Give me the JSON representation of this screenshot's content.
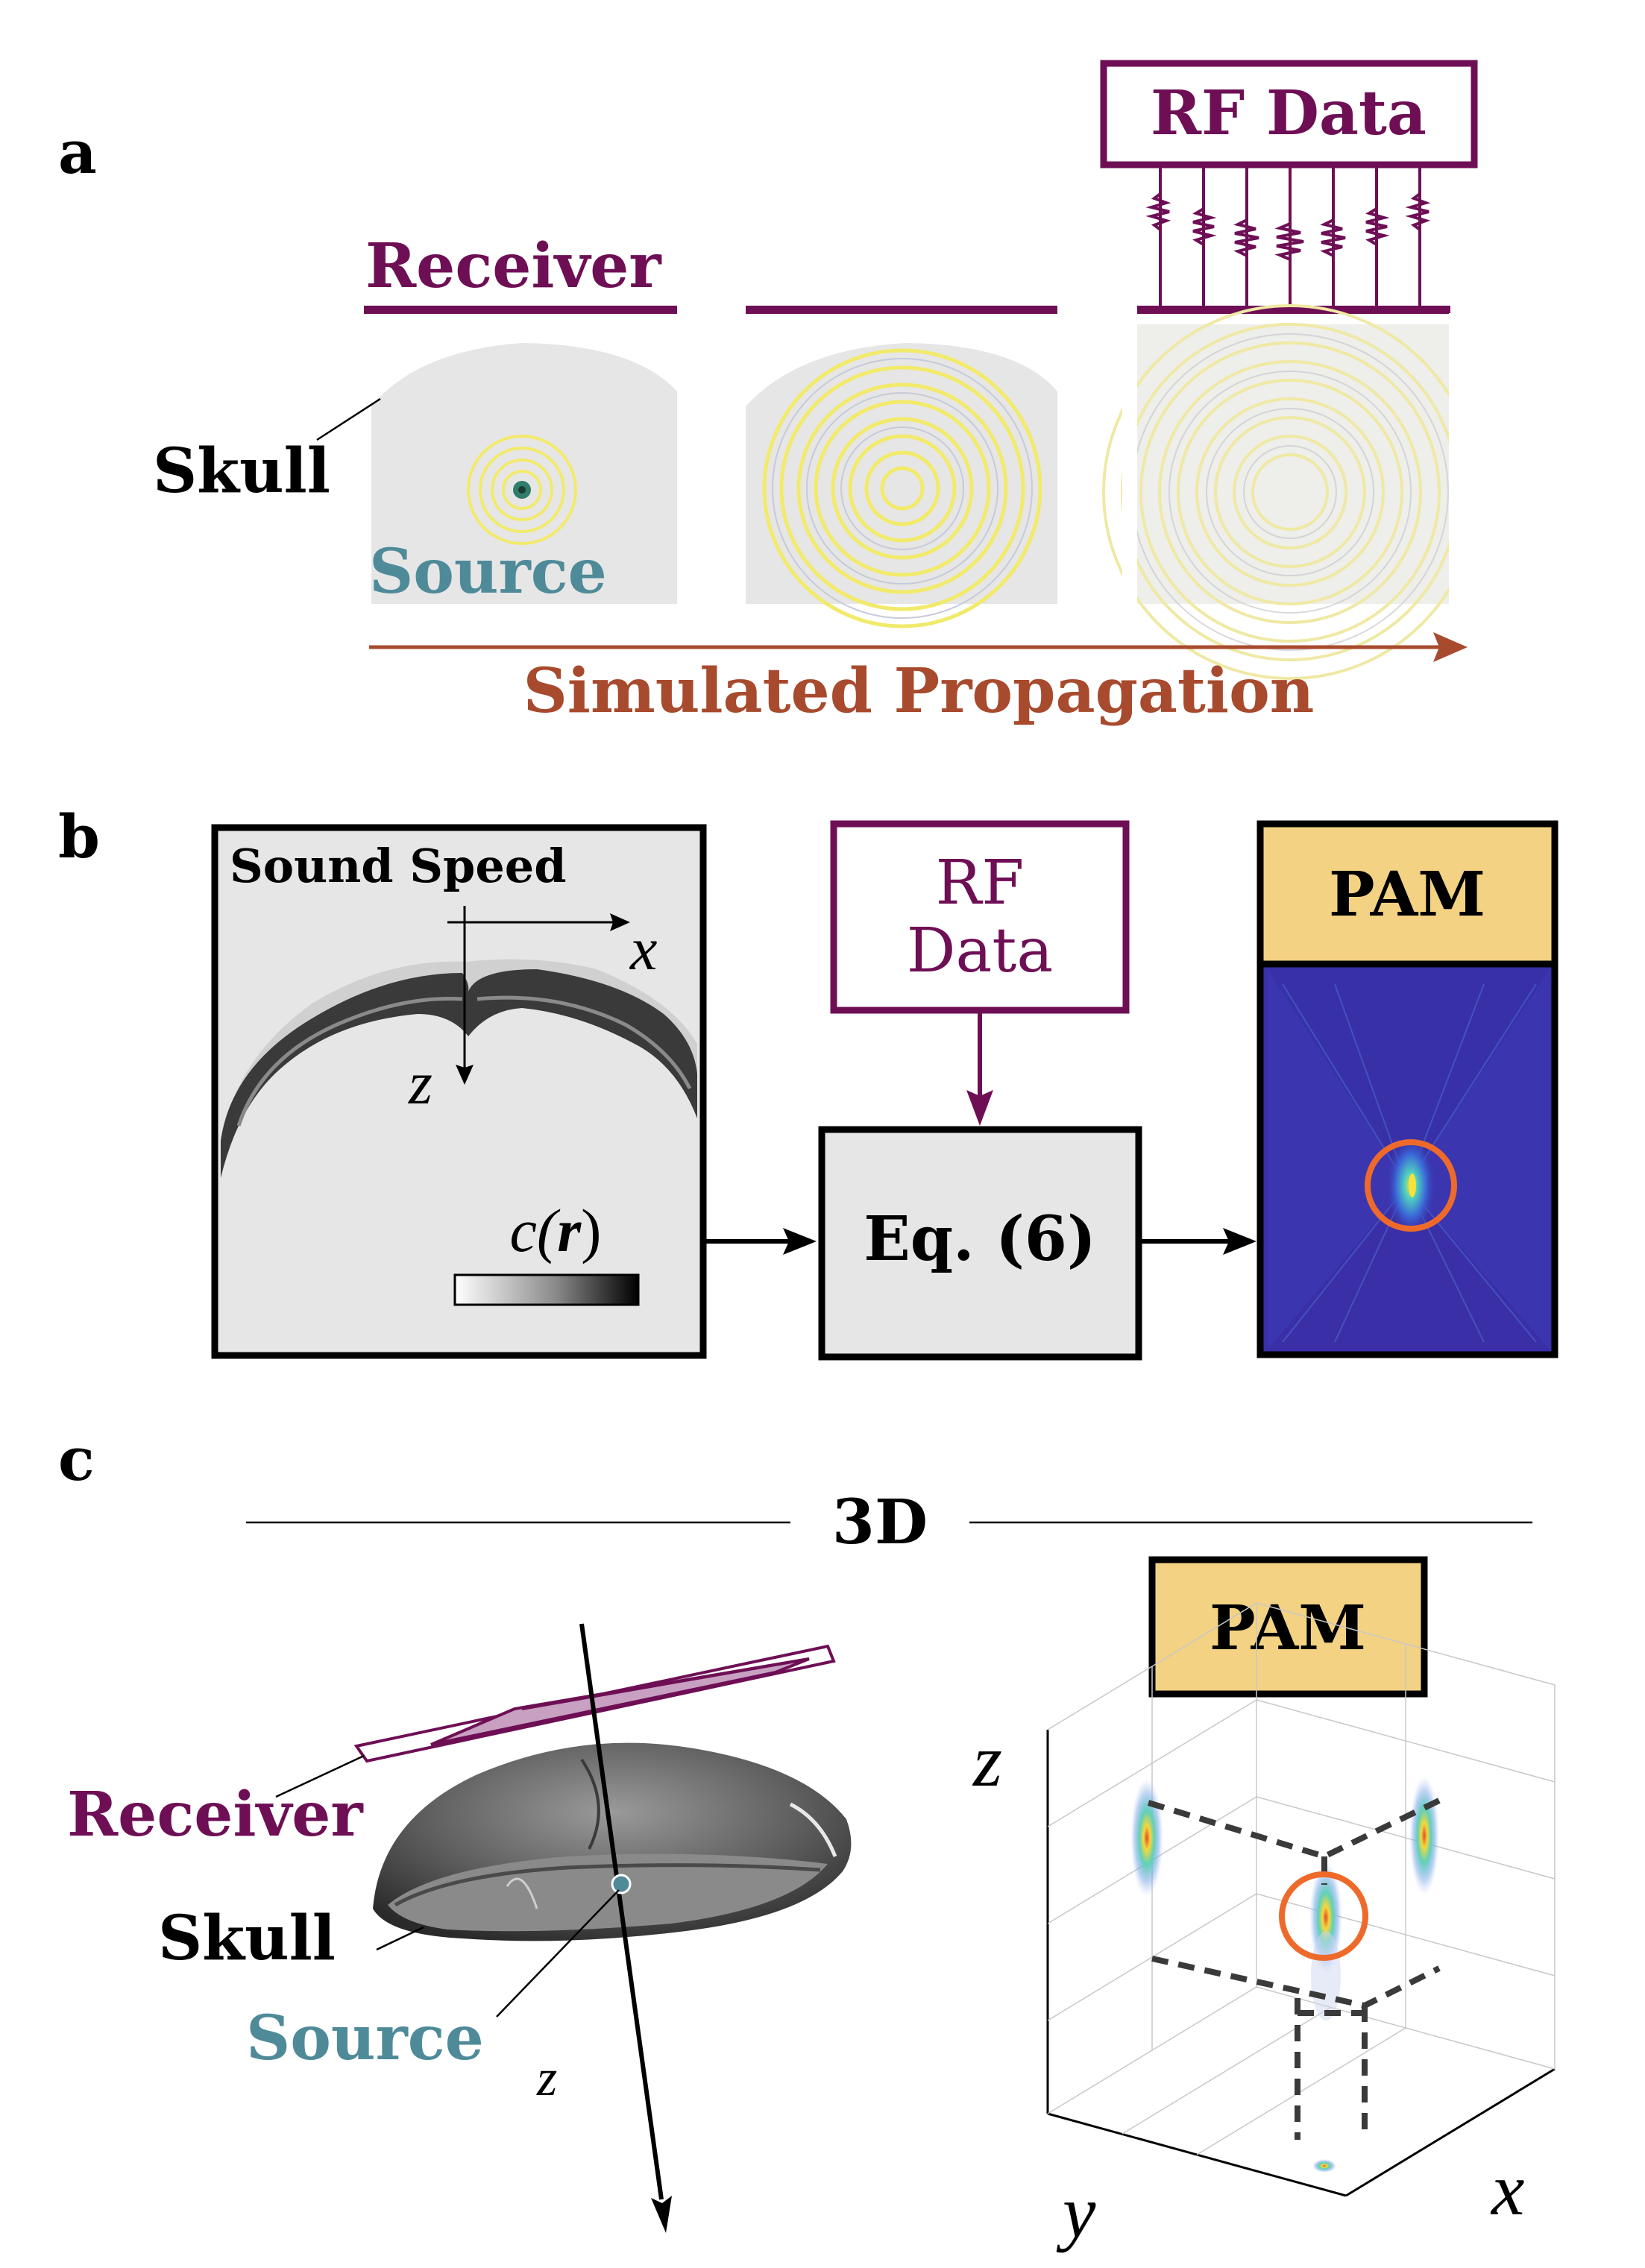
{
  "panel_a": {
    "letter": "a",
    "receiver_label": "Receiver",
    "rf_data_label": "RF Data",
    "skull_label": "Skull",
    "source_label": "Source",
    "propagation_label": "Simulated Propagation"
  },
  "panel_b": {
    "letter": "b",
    "sound_speed_label": "Sound Speed",
    "axis_x": "x",
    "axis_z": "z",
    "colorbar_label_c": "c(",
    "colorbar_label_r": "r",
    "colorbar_label_close": ")",
    "rf_data_line1": "RF",
    "rf_data_line2": "Data",
    "equation_label": "Eq. (6)",
    "pam_label": "PAM"
  },
  "panel_c": {
    "letter": "c",
    "heading": "3D",
    "receiver_label": "Receiver",
    "skull_label": "Skull",
    "source_label": "Source",
    "axis_z_small": "z",
    "pam_label": "PAM",
    "axis_z": "z",
    "axis_y": "y",
    "axis_x": "x"
  },
  "colors": {
    "purple": "#6e0f55",
    "teal": "#4f8a99",
    "rust": "#a84a2d",
    "orange": "#ee6a2a",
    "pam_fill": "#f3d283",
    "skull_gray": "#e6e6e6",
    "wave_yellow": "#f4ef7e",
    "pam_blue": "#3a2fa6"
  }
}
